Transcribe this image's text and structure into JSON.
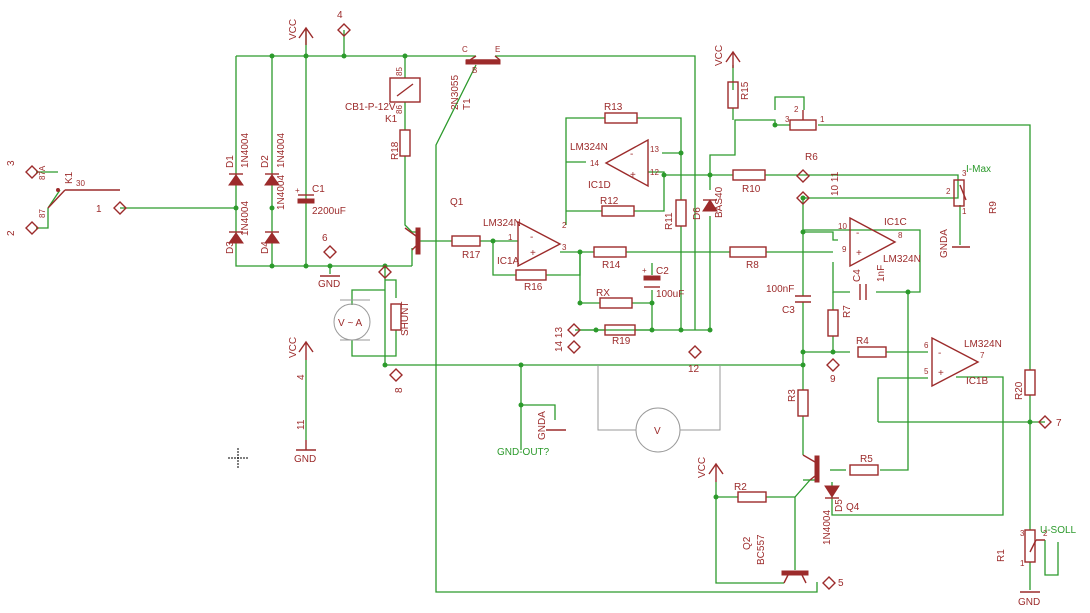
{
  "supply": {
    "vcc": "VCC",
    "gnd": "GND",
    "gnda": "GNDA",
    "gnd_out": "GND-OUT?"
  },
  "pins": {
    "p1": "1",
    "p2": "2",
    "p3": "3",
    "p4": "4",
    "p5": "5",
    "p6": "6",
    "p7": "7",
    "p8": "8",
    "p9": "9",
    "p10": "10",
    "p11": "11",
    "p12": "12",
    "p13": "13",
    "p14": "14",
    "p30": "30",
    "p85": "85",
    "p86": "86",
    "p87": "87",
    "p87a": "87A",
    "b": "B",
    "c": "C",
    "e": "E"
  },
  "relay": {
    "k1": "K1",
    "coil": "CB1-P-12V"
  },
  "diodes": {
    "d1": "D1",
    "d2": "D2",
    "d3": "D3",
    "d4": "D4",
    "d5": "D5",
    "d6": "D6",
    "type": "1N4004",
    "bas": "BAS40"
  },
  "caps": {
    "c1": "C1",
    "c1v": "2200uF",
    "c2": "C2",
    "c2v": "100uF",
    "c3": "C3",
    "c3v": "100nF",
    "c4": "C4",
    "c4v": "1nF"
  },
  "transistors": {
    "q1": "Q1",
    "q2": "Q2",
    "q2t": "BC557",
    "q4": "Q4",
    "t1": "T1",
    "t1t": "2N3055"
  },
  "opamps": {
    "part": "LM324N",
    "ic1a": "IC1A",
    "ic1b": "IC1B",
    "ic1c": "IC1C",
    "ic1d": "IC1D"
  },
  "resistors": {
    "r1": "R1",
    "r2": "R2",
    "r3": "R3",
    "r4": "R4",
    "r5": "R5",
    "r6": "R6",
    "r7": "R7",
    "r8": "R8",
    "r9": "R9",
    "r10": "R10",
    "r11": "R11",
    "r12": "R12",
    "r13": "R13",
    "r14": "R14",
    "r15": "R15",
    "r16": "R16",
    "r17": "R17",
    "r18": "R18",
    "r19": "R19",
    "r20": "R20",
    "rx": "RX",
    "shunt": "SHUNT"
  },
  "pots": {
    "imax": "I-Max",
    "usoll": "U-SOLL"
  },
  "meters": {
    "ammeter": "V ~ A",
    "voltmeter": "V"
  },
  "pin_combo": "14 13",
  "pin_combo2": "10 11"
}
